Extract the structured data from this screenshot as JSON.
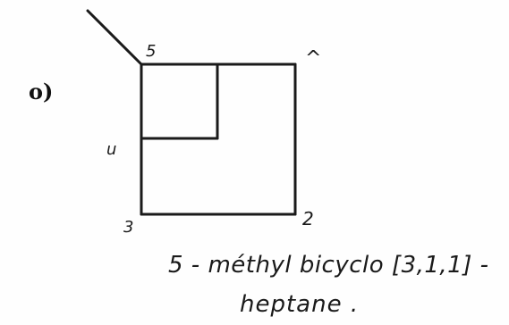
{
  "question_label": "o)",
  "atom_labels": {
    "c1": "^",
    "c2": "2",
    "c3": "3",
    "c4": "u",
    "c5": "5"
  },
  "caption": {
    "line1": "5 - méthyl bicyclo [3,1,1] -",
    "line2": "heptane ."
  },
  "colors": {
    "ink": "#1a1a1a",
    "paper": "#fefefe"
  }
}
